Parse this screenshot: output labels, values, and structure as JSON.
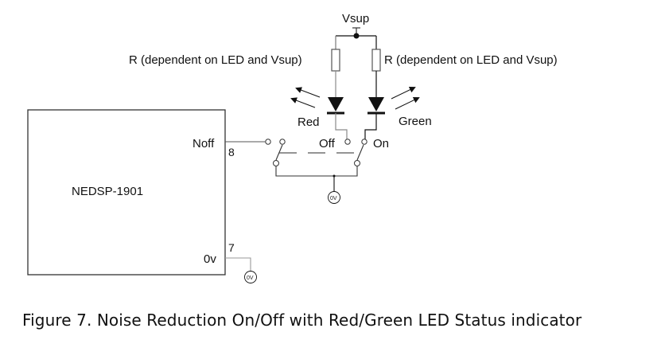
{
  "diagram": {
    "supply_label": "Vsup",
    "resistor_left_label": "R (dependent on LED and Vsup)",
    "resistor_right_label": "R (dependent on LED and Vsup)",
    "led_red_label": "Red",
    "led_green_label": "Green",
    "switch_off_label": "Off",
    "switch_on_label": "On",
    "chip_name": "NEDSP-1901",
    "pin_noff_label": "Noff",
    "pin_noff_number": "8",
    "pin_0v_label": "0v",
    "pin_0v_number": "7",
    "ground_symbol_text": "0V",
    "colors": {
      "wire_dark": "#111111",
      "wire_gray": "#8a8a8a"
    }
  },
  "caption": "Figure 7. Noise Reduction On/Off with Red/Green LED Status indicator"
}
